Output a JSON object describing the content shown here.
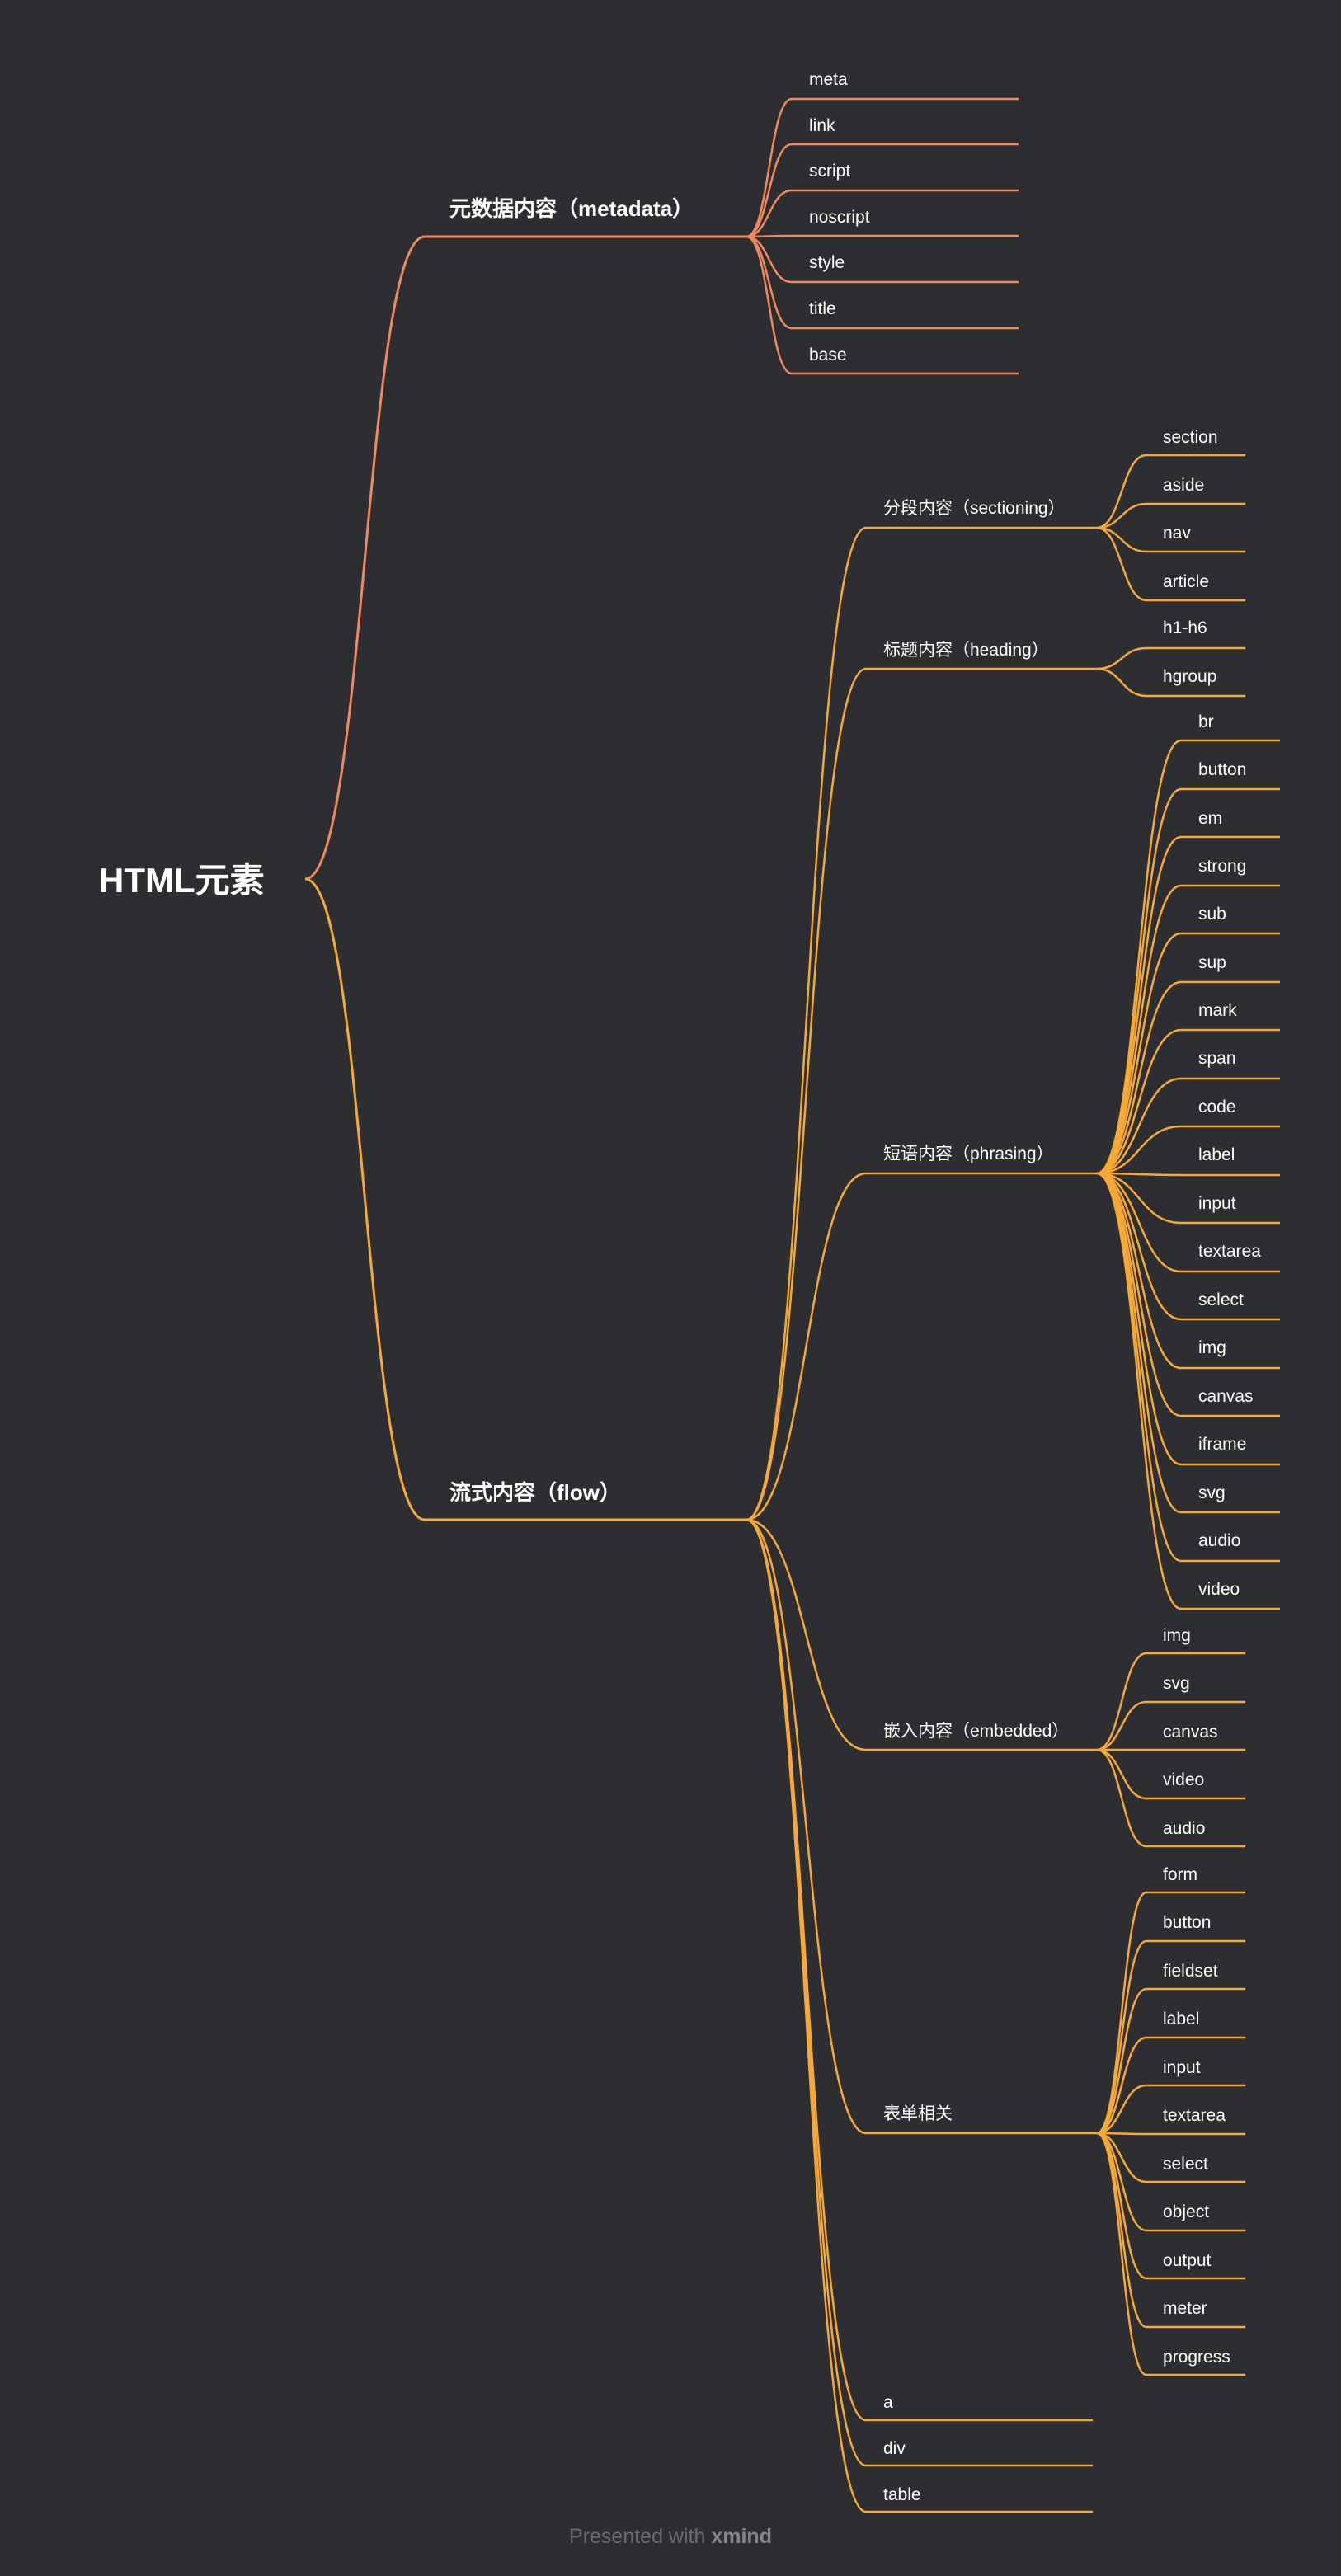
{
  "root": {
    "label": "HTML元素"
  },
  "colors": {
    "background": "#2d2e31",
    "metadata_branch": "#f08a5d",
    "flow_branch": "#f7a935",
    "footer_text": "#6a6b6e"
  },
  "footer": {
    "prefix": "Presented with",
    "brand": "xmind"
  },
  "metadata": {
    "label": "元数据内容（metadata）",
    "items": [
      "meta",
      "link",
      "script",
      "noscript",
      "style",
      "title",
      "base"
    ]
  },
  "flow": {
    "label": "流式内容（flow）",
    "sectioning": {
      "label": "分段内容（sectioning）",
      "items": [
        "section",
        "aside",
        "nav",
        "article"
      ]
    },
    "heading": {
      "label": "标题内容（heading）",
      "items": [
        "h1-h6",
        "hgroup"
      ]
    },
    "phrasing": {
      "label": "短语内容（phrasing）",
      "items": [
        "br",
        "button",
        "em",
        "strong",
        "sub",
        "sup",
        "mark",
        "span",
        "code",
        "label",
        "input",
        "textarea",
        "select",
        "img",
        "canvas",
        "iframe",
        "svg",
        "audio",
        "video"
      ]
    },
    "embedded": {
      "label": "嵌入内容（embedded）",
      "items": [
        "img",
        "svg",
        "canvas",
        "video",
        "audio"
      ]
    },
    "form": {
      "label": "表单相关",
      "items": [
        "form",
        "button",
        "fieldset",
        "label",
        "input",
        "textarea",
        "select",
        "object",
        "output",
        "meter",
        "progress"
      ]
    },
    "direct_items": [
      "a",
      "div",
      "table"
    ]
  }
}
